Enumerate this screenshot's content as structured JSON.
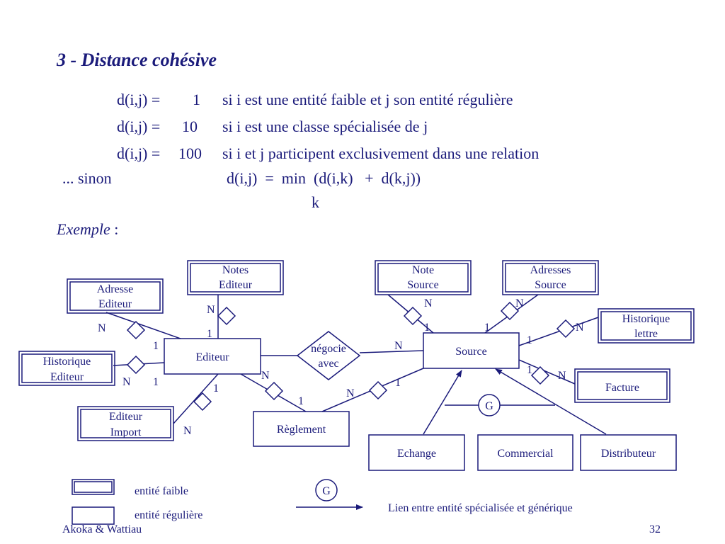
{
  "title": "3 - Distance cohésive",
  "formulas": [
    {
      "lhs": "d(i,j) =",
      "value": "1",
      "desc": "si i est une entité faible et j son entité régulière"
    },
    {
      "lhs": "d(i,j) =",
      "value": "10",
      "desc": "si i est une classe spécialisée de j"
    },
    {
      "lhs": "d(i,j) =",
      "value": "100",
      "desc": "si i  et j participent exclusivement dans une relation"
    }
  ],
  "otherwise": {
    "prefix": "...  sinon",
    "expr": "d(i,j)  =  min  (d(i,k)   +  d(k,j))",
    "subscript": "k"
  },
  "example": {
    "label": "Exemple",
    "colon": " :"
  },
  "entities": {
    "notes_editeur": [
      "Notes",
      "Editeur"
    ],
    "adresse_editeur": [
      "Adresse",
      "Editeur"
    ],
    "historique_editeur": [
      "Historique",
      "Editeur"
    ],
    "editeur_import": [
      "Editeur",
      "Import"
    ],
    "editeur": "Editeur",
    "reglement": "Règlement",
    "note_source": [
      "Note",
      "Source"
    ],
    "adresses_source": [
      "Adresses",
      "Source"
    ],
    "historique_lettre": [
      "Historique",
      "lettre"
    ],
    "source": "Source",
    "facture": "Facture",
    "echange": "Echange",
    "commercial": "Commercial",
    "distributeur": "Distributeur"
  },
  "relation": [
    "négocie",
    "avec"
  ],
  "generalization": "G",
  "cardinalities": {
    "notes_editeur_n": "N",
    "notes_editeur_1": "1",
    "adresse_editeur_n": "N",
    "adresse_editeur_1": "1",
    "historique_editeur_n": "N",
    "historique_editeur_1": "1",
    "editeur_import_1": "1",
    "editeur_import_n": "N",
    "editeur_reglement_n": "N",
    "reglement_editeur_1": "1",
    "reglement_source_n": "N",
    "reglement_source_1": "1",
    "negocie_source_n": "N",
    "note_source_n": "N",
    "note_source_1": "1",
    "adresses_source_n": "N",
    "adresses_source_1": "1",
    "historique_lettre_1": "1",
    "historique_lettre_n": "N",
    "facture_1": "1",
    "facture_n": "N"
  },
  "legend": {
    "weak": "entité faible",
    "regular": "entité régulière",
    "g_symbol": "G",
    "specialization": "Lien entre entité spécialisée et générique"
  },
  "footer": {
    "authors": "Akoka & Wattiau",
    "page": "32"
  },
  "colors": {
    "ink": "#1a1a7a",
    "background": "#ffffff"
  }
}
